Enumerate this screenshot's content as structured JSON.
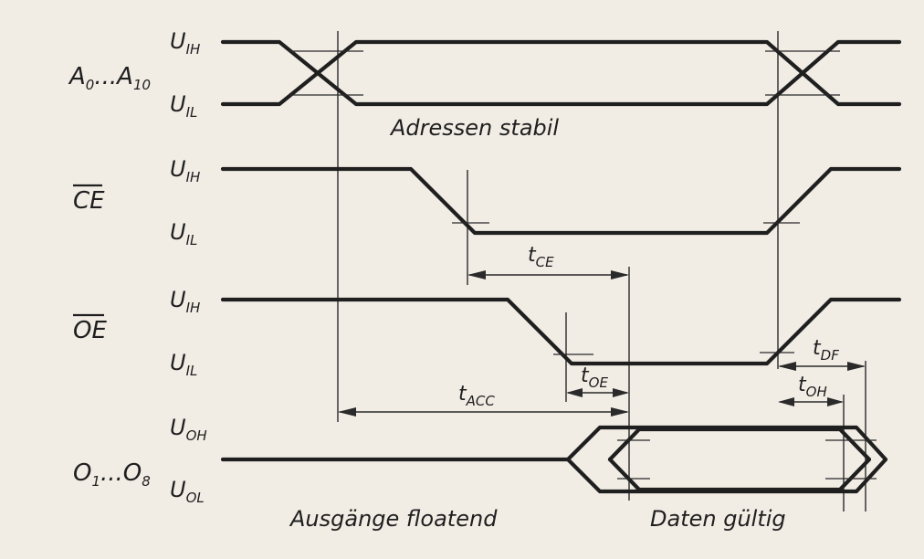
{
  "diagram": {
    "signals": [
      {
        "id": "addr",
        "name_main": "A",
        "sub1": "0",
        "mid": "...A",
        "sub2": "10",
        "high_main": "U",
        "high_sub": "IH",
        "low_main": "U",
        "low_sub": "IL"
      },
      {
        "id": "ce",
        "name_main": "CE",
        "high_main": "U",
        "high_sub": "IH",
        "low_main": "U",
        "low_sub": "IL"
      },
      {
        "id": "oe",
        "name_main": "OE",
        "high_main": "U",
        "high_sub": "IH",
        "low_main": "U",
        "low_sub": "IL"
      },
      {
        "id": "out",
        "name_main": "O",
        "sub1": "1",
        "mid": "...O",
        "sub2": "8",
        "high_main": "U",
        "high_sub": "OH",
        "low_main": "U",
        "low_sub": "OL"
      }
    ],
    "captions": {
      "addr_stable": "Adressen stabil",
      "outputs_float": "Ausgänge floatend",
      "data_valid": "Daten gültig"
    },
    "timings": {
      "t_ce": {
        "main": "t",
        "sub": "CE"
      },
      "t_oe": {
        "main": "t",
        "sub": "OE"
      },
      "t_acc": {
        "main": "t",
        "sub": "ACC"
      },
      "t_df": {
        "main": "t",
        "sub": "DF"
      },
      "t_oh": {
        "main": "t",
        "sub": "OH"
      }
    },
    "colors": {
      "ink": "#1f1f1f",
      "paper": "#f1ece4"
    }
  }
}
